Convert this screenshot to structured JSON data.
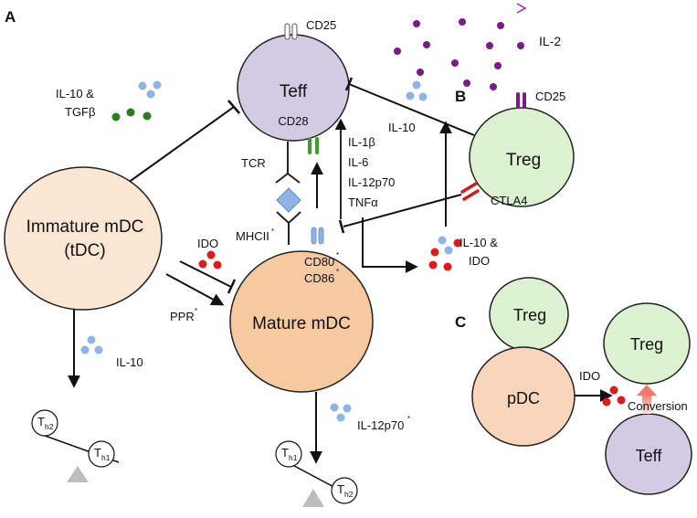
{
  "panels": {
    "a": "A",
    "b": "B",
    "c": "C"
  },
  "cells": {
    "teff": "Teff",
    "treg": "Treg",
    "immature_line1": "Immature mDC",
    "immature_line2": "(tDC)",
    "mature": "Mature mDC",
    "treg_c1": "Treg",
    "treg_c2": "Treg",
    "pdc": "pDC",
    "teff_c": "Teff"
  },
  "labels": {
    "cd25_teff": "CD25",
    "cd25_treg": "CD25",
    "il2": "IL-2",
    "il10_tgfb_1": "IL-10 &",
    "il10_tgfb_2": "TGFβ",
    "cd28": "CD28",
    "tcr": "TCR",
    "il1b": "IL-1β",
    "il6": "IL-6",
    "il12p70": "IL-12p70",
    "tnfa": "TNFα",
    "il10_b": "IL-10",
    "ctla4": "CTLA4",
    "mhcii": "MHCII",
    "cd80": "CD80",
    "cd86": "CD86",
    "ido_a": "IDO",
    "il10_ido_1": "IL-10 &",
    "il10_ido_2": "IDO",
    "ppr": "PPR",
    "il10_left": "IL-10",
    "il12p70_bottom": "IL-12p70",
    "ido_c": "IDO",
    "conversion": "Conversion",
    "asterisk": "*",
    "th_t": "T",
    "h1": "h1",
    "h2": "h2"
  },
  "colors": {
    "teff": "#d3cbe3",
    "treg": "#dcf1cf",
    "immature": "#fbe6d4",
    "mature": "#f7c9a1",
    "pdc": "#f9d6bb",
    "purple_dot": "#7d1a8a",
    "blue_dot": "#8cb5e6",
    "green_dot": "#2e7d22",
    "red_dot": "#e01a1a",
    "ctla4": "#d11b1b",
    "cd28": "#3aa02a",
    "mhc": "#8cb5e6",
    "conversion_arrow": "#f08a80"
  }
}
